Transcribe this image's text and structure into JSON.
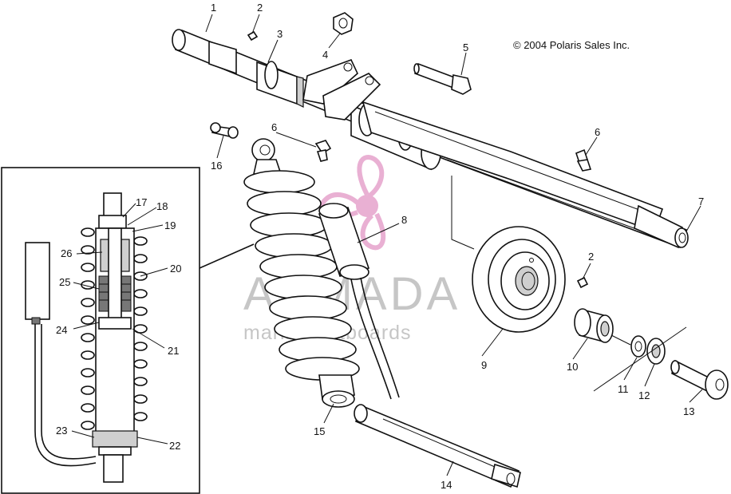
{
  "copyright": "© 2004 Polaris Sales Inc.",
  "watermark": {
    "brand": "ARMADA",
    "tagline": "marine outboards",
    "logo_icon": "propeller-icon",
    "color": "#e7a8cf"
  },
  "callouts": {
    "c1": "1",
    "c2a": "2",
    "c2b": "2",
    "c3": "3",
    "c4": "4",
    "c5": "5",
    "c6a": "6",
    "c6b": "6",
    "c7": "7",
    "c8": "8",
    "c9": "9",
    "c10": "10",
    "c11": "11",
    "c12": "12",
    "c13": "13",
    "c14": "14",
    "c15": "15",
    "c16": "16",
    "c17": "17",
    "c18": "18",
    "c19": "19",
    "c20": "20",
    "c21": "21",
    "c22": "22",
    "c23": "23",
    "c24": "24",
    "c25": "25",
    "c26": "26"
  }
}
